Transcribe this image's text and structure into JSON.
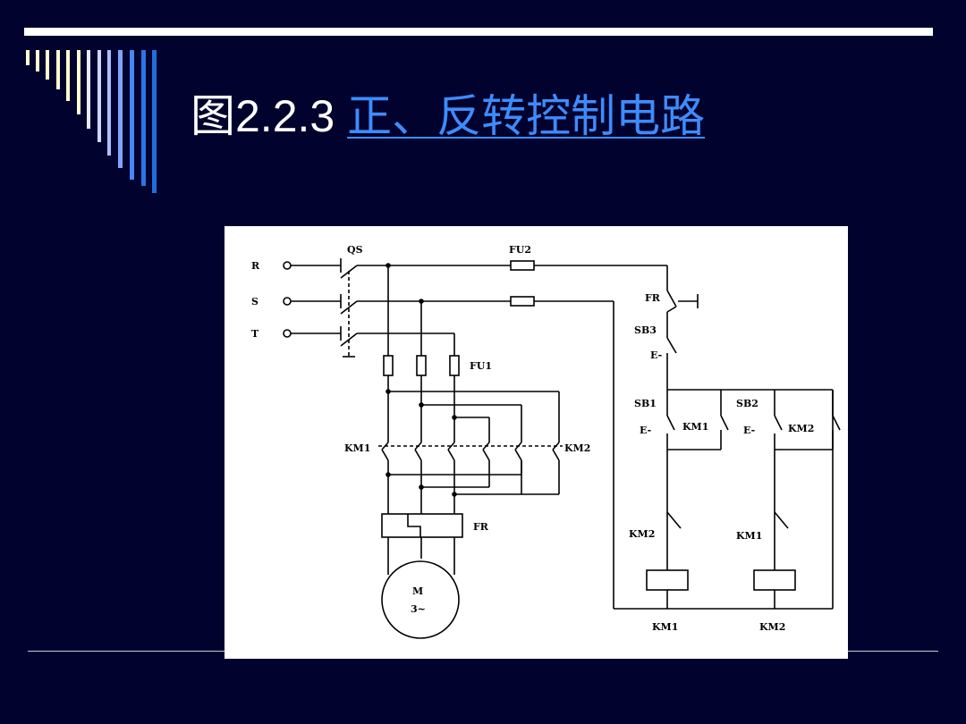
{
  "slide": {
    "title_prefix": "图2.2.3 ",
    "title_link": "正、反转控制电路"
  },
  "diagram": {
    "labels": {
      "r": "R",
      "s": "S",
      "t": "T",
      "qs": "QS",
      "fu2": "FU2",
      "fu1": "FU1",
      "fr_contact": "FR",
      "sb3": "SB3",
      "sb1": "SB1",
      "sb2": "SB2",
      "km1_main": "KM1",
      "km2_main": "KM2",
      "km1_aux": "KM1",
      "km2_aux": "KM2",
      "fr_relay": "FR",
      "km2_interlock": "KM2",
      "km1_interlock": "KM1",
      "motor": "M",
      "motor_phase": "3~",
      "km1_coil": "KM1",
      "km2_coil": "KM2",
      "e1": "E-",
      "e2": "E-",
      "e3": "E-"
    }
  },
  "colors": {
    "background": "#02022e",
    "title_text": "#ffffff",
    "title_link": "#3d8cff",
    "stripe_dark": "#1e6fe0",
    "stripe_light": "#ffffcc"
  }
}
